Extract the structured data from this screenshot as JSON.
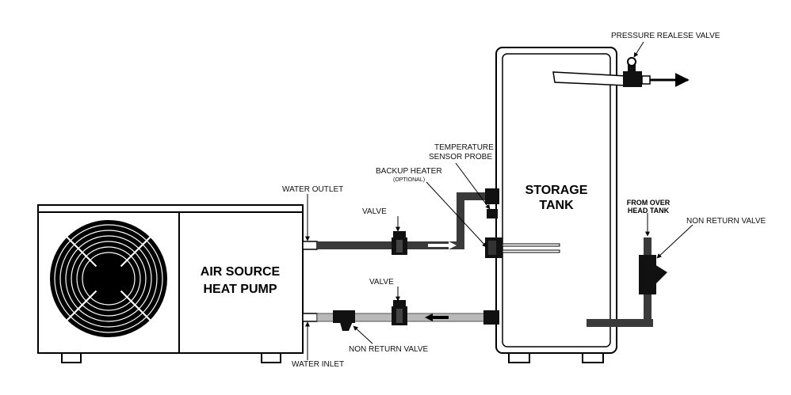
{
  "heat_pump": {
    "title_line1": "AIR SOURCE",
    "title_line2": "HEAT PUMP"
  },
  "tank": {
    "title_line1": "STORAGE",
    "title_line2": "TANK"
  },
  "labels": {
    "water_outlet": "WATER OUTLET",
    "water_inlet": "WATER INLET",
    "valve_top": "VALVE",
    "valve_bottom": "VALVE",
    "non_return_valve_bottom": "NON RETURN VALVE",
    "non_return_valve_right": "NON RETURN VALVE",
    "temp_sensor_line1": "TEMPERATURE",
    "temp_sensor_line2": "SENSOR PROBE",
    "backup_heater": "BACKUP HEATER",
    "backup_heater_optional": "(OPTIONAL)",
    "pressure_valve": "PRESSURE REALESE VALVE",
    "from_overhead_line1": "FROM OVER",
    "from_overhead_line2": "HEAD TANK"
  }
}
